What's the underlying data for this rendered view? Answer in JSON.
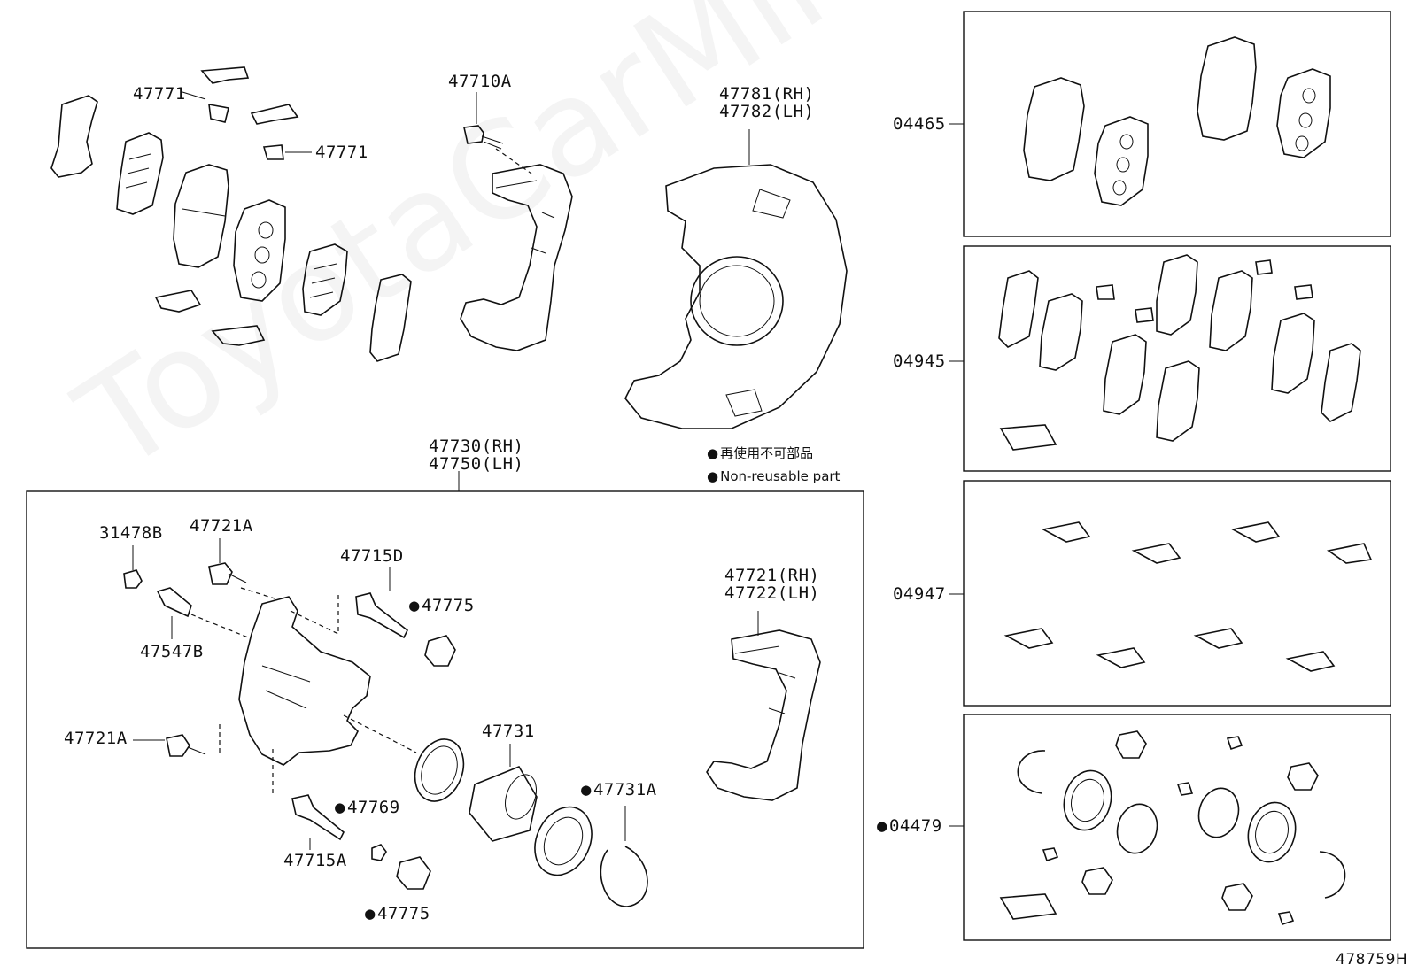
{
  "labels": {
    "p47771a": "47771",
    "p47771b": "47771",
    "p47710a": "47710A",
    "p47781": "47781(RH)",
    "p47782": "47782(LH)",
    "p47730": "47730(RH)",
    "p47750": "47750(LH)",
    "p31478b": "31478B",
    "p47721a_top": "47721A",
    "p47715d": "47715D",
    "p47775_top": "47775",
    "p47547b": "47547B",
    "p47721": "47721(RH)",
    "p47722": "47722(LH)",
    "p47721a_low": "47721A",
    "p47731": "47731",
    "p47731a": "47731A",
    "p47769": "47769",
    "p47715a": "47715A",
    "p47775_low": "47775",
    "p04465": "04465",
    "p04945": "04945",
    "p04947": "04947",
    "p04479": "04479"
  },
  "legend": {
    "jp": "再使用不可部品",
    "en": "Non-reusable part"
  },
  "watermark": "ToyotaCarMine.ru",
  "diagram_code": "478759H"
}
